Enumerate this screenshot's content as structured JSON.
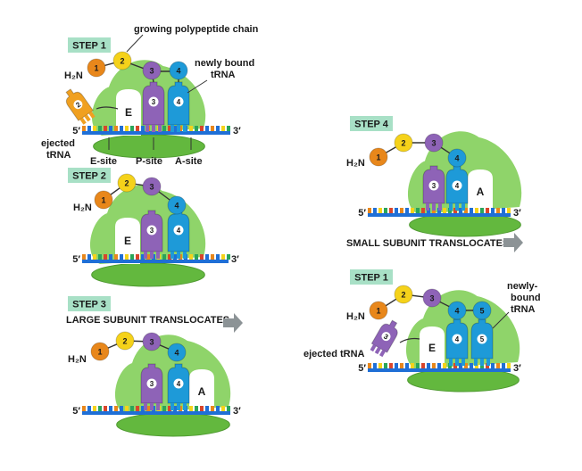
{
  "panels": {
    "p1": {
      "step": "STEP 1",
      "title": "growing polypeptide chain",
      "newly_bound": [
        "newly bound",
        "tRNA"
      ],
      "ejected": [
        "ejected",
        "tRNA"
      ],
      "sites": [
        "E-site",
        "P-site",
        "A-site"
      ]
    },
    "p2": {
      "step": "STEP 2"
    },
    "p3": {
      "step": "STEP 3",
      "caption": "LARGE SUBUNIT TRANSLOCATES"
    },
    "p4": {
      "step": "STEP 4",
      "caption": "SMALL SUBUNIT TRANSLOCATES"
    },
    "p5": {
      "step": "STEP 1",
      "newly_bound": [
        "newly-",
        "bound",
        "tRNA"
      ],
      "ejected": "ejected tRNA"
    }
  },
  "common": {
    "h2n": "H₂N",
    "five_prime": "5′",
    "three_prime": "3′",
    "site_e": "E",
    "site_a": "A",
    "bead_labels": [
      "1",
      "2",
      "3",
      "4",
      "5"
    ]
  },
  "colors": {
    "ribosome": "#8fd46a",
    "ribosome_dark": "#63b83e",
    "step_badge": "#a8e0c6",
    "mrna": "#1f6fd6",
    "bead_orange": "#e8871b",
    "bead_yellow": "#f5d21a",
    "bead_purple": "#8e63b7",
    "bead_blue": "#1e9ad8",
    "arrow": "#8c9396"
  }
}
